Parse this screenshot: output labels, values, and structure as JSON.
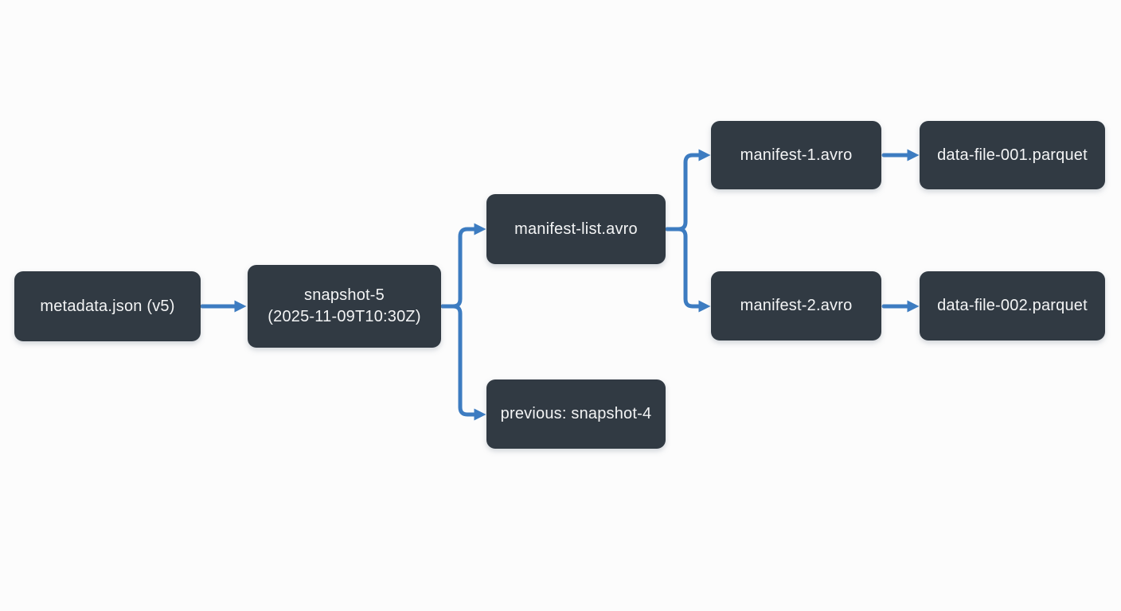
{
  "diagram": {
    "type": "flowchart",
    "nodes": {
      "metadata_json": {
        "label": "metadata.json (v5)"
      },
      "snapshot_5": {
        "label": "snapshot-5\n(2025-11-09T10:30Z)"
      },
      "manifest_list": {
        "label": "manifest-list.avro"
      },
      "previous_snapshot": {
        "label": "previous: snapshot-4"
      },
      "manifest_1": {
        "label": "manifest-1.avro"
      },
      "data_file_001": {
        "label": "data-file-001.parquet"
      },
      "manifest_2": {
        "label": "manifest-2.avro"
      },
      "data_file_002": {
        "label": "data-file-002.parquet"
      }
    },
    "edges": [
      {
        "from": "metadata_json",
        "to": "snapshot_5"
      },
      {
        "from": "snapshot_5",
        "to": "manifest_list"
      },
      {
        "from": "snapshot_5",
        "to": "previous_snapshot"
      },
      {
        "from": "manifest_list",
        "to": "manifest_1"
      },
      {
        "from": "manifest_list",
        "to": "manifest_2"
      },
      {
        "from": "manifest_1",
        "to": "data_file_001"
      },
      {
        "from": "manifest_2",
        "to": "data_file_002"
      }
    ],
    "colors": {
      "background": "#fcfcfc",
      "node_fill": "#313a43",
      "node_text": "#f3f4f5",
      "arrow": "#3d7cc1"
    }
  }
}
